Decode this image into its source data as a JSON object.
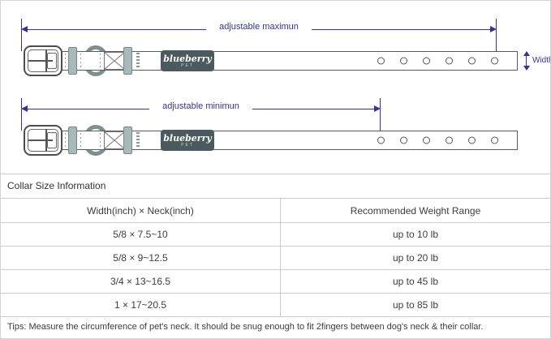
{
  "diagram": {
    "adjustable_max_label": "adjustable maximun",
    "adjustable_min_label": "adjustable minimun",
    "width_label": "Width",
    "logo_brand": "blueberry",
    "logo_sub": "PET",
    "holes_count": 6,
    "colors": {
      "annotation_navy": "#333399",
      "keeper_gray": "#a9b8b8",
      "patch_slate": "#4a5a5e"
    }
  },
  "table": {
    "title": "Collar Size Information",
    "columns": [
      "Width(inch) × Neck(inch)",
      "Recommended Weight Range"
    ],
    "rows": [
      {
        "size": "5/8 × 7.5~10",
        "weight": "up to 10 lb"
      },
      {
        "size": "5/8 × 9~12.5",
        "weight": "up to 20 lb"
      },
      {
        "size": "3/4 × 13~16.5",
        "weight": "up to 45 lb"
      },
      {
        "size": "1 × 17~20.5",
        "weight": "up to 85 lb"
      }
    ],
    "tips": "Tips: Measure the circumference of pet's neck. It should be snug enough to fit 2fingers between dog's neck & their collar."
  }
}
